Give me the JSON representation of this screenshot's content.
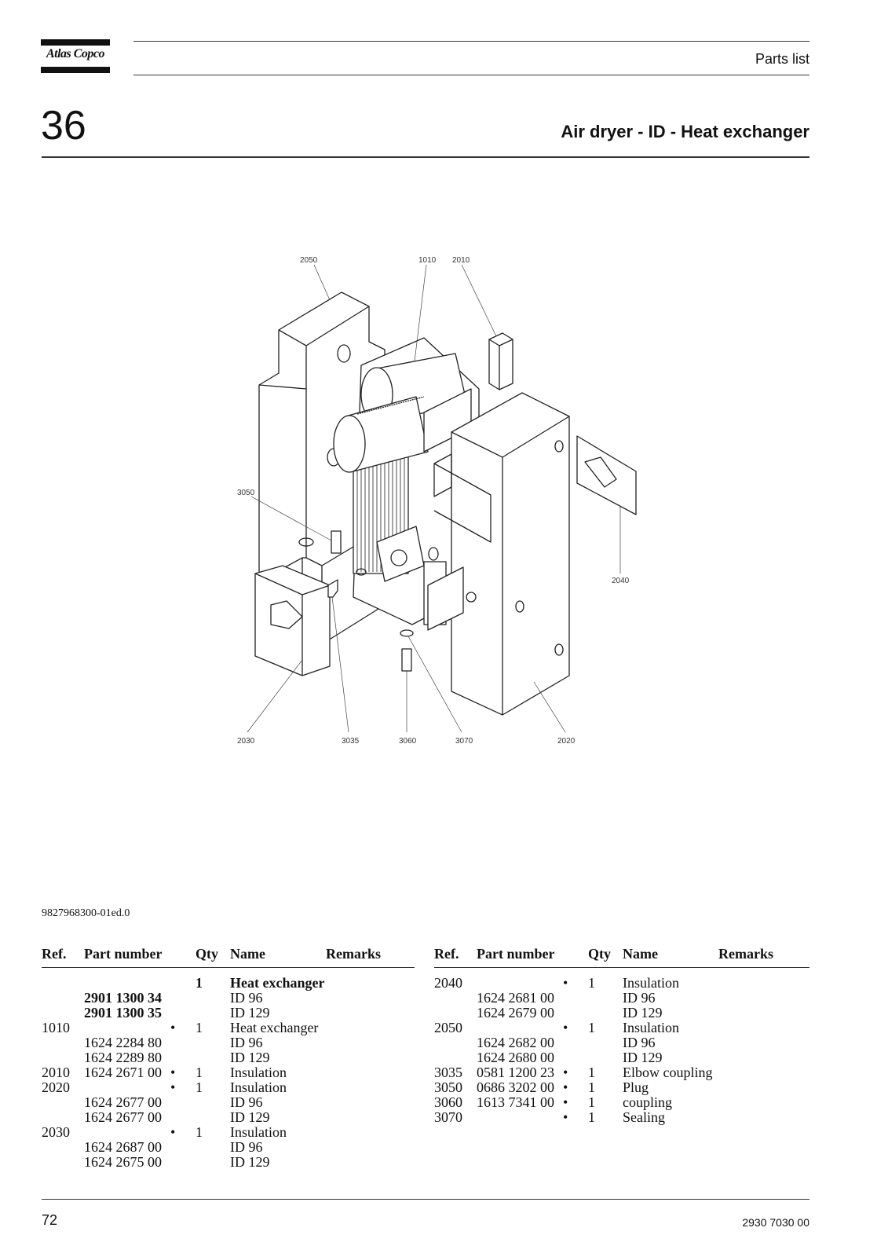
{
  "header": {
    "brand": "Atlas Copco",
    "section_label": "Parts list",
    "chapter_number": "36",
    "chapter_title": "Air dryer - ID - Heat exchanger"
  },
  "drawing": {
    "callouts": [
      "2050",
      "1010",
      "2010",
      "3050",
      "2040",
      "2030",
      "3035",
      "3060",
      "3070",
      "2020"
    ]
  },
  "document_code": "9827968300-01ed.0",
  "table_headers": {
    "ref": "Ref.",
    "part_number": "Part number",
    "qty": "Qty",
    "name": "Name",
    "remarks": "Remarks"
  },
  "table_left": [
    {
      "ref": "",
      "part": "",
      "bullet": "",
      "qty": "1",
      "name": "Heat exchanger",
      "bold_name": true,
      "bold_part": false
    },
    {
      "ref": "",
      "part": "2901 1300 34",
      "bullet": "",
      "qty": "",
      "name": "ID 96",
      "bold_name": false,
      "bold_part": true
    },
    {
      "ref": "",
      "part": "2901 1300 35",
      "bullet": "",
      "qty": "",
      "name": "ID 129",
      "bold_name": false,
      "bold_part": true
    },
    {
      "ref": "1010",
      "part": "",
      "bullet": "•",
      "qty": "1",
      "name": "Heat exchanger",
      "bold_name": false,
      "bold_part": false
    },
    {
      "ref": "",
      "part": "1624 2284 80",
      "bullet": "",
      "qty": "",
      "name": "ID 96",
      "bold_name": false,
      "bold_part": false
    },
    {
      "ref": "",
      "part": "1624 2289 80",
      "bullet": "",
      "qty": "",
      "name": "ID 129",
      "bold_name": false,
      "bold_part": false
    },
    {
      "ref": "2010",
      "part": "1624 2671 00",
      "bullet": "•",
      "qty": "1",
      "name": "Insulation",
      "bold_name": false,
      "bold_part": false
    },
    {
      "ref": "2020",
      "part": "",
      "bullet": "•",
      "qty": "1",
      "name": "Insulation",
      "bold_name": false,
      "bold_part": false
    },
    {
      "ref": "",
      "part": "1624 2677 00",
      "bullet": "",
      "qty": "",
      "name": "ID 96",
      "bold_name": false,
      "bold_part": false
    },
    {
      "ref": "",
      "part": "1624 2677 00",
      "bullet": "",
      "qty": "",
      "name": "ID 129",
      "bold_name": false,
      "bold_part": false
    },
    {
      "ref": "2030",
      "part": "",
      "bullet": "•",
      "qty": "1",
      "name": "Insulation",
      "bold_name": false,
      "bold_part": false
    },
    {
      "ref": "",
      "part": "1624 2687 00",
      "bullet": "",
      "qty": "",
      "name": "ID 96",
      "bold_name": false,
      "bold_part": false
    },
    {
      "ref": "",
      "part": "1624 2675 00",
      "bullet": "",
      "qty": "",
      "name": "ID 129",
      "bold_name": false,
      "bold_part": false
    }
  ],
  "table_right": [
    {
      "ref": "2040",
      "part": "",
      "bullet": "•",
      "qty": "1",
      "name": "Insulation",
      "bold_name": false,
      "bold_part": false
    },
    {
      "ref": "",
      "part": "1624 2681 00",
      "bullet": "",
      "qty": "",
      "name": "ID 96",
      "bold_name": false,
      "bold_part": false
    },
    {
      "ref": "",
      "part": "1624 2679 00",
      "bullet": "",
      "qty": "",
      "name": "ID 129",
      "bold_name": false,
      "bold_part": false
    },
    {
      "ref": "2050",
      "part": "",
      "bullet": "•",
      "qty": "1",
      "name": "Insulation",
      "bold_name": false,
      "bold_part": false
    },
    {
      "ref": "",
      "part": "1624 2682 00",
      "bullet": "",
      "qty": "",
      "name": "ID 96",
      "bold_name": false,
      "bold_part": false
    },
    {
      "ref": "",
      "part": "1624 2680 00",
      "bullet": "",
      "qty": "",
      "name": "ID 129",
      "bold_name": false,
      "bold_part": false
    },
    {
      "ref": "3035",
      "part": "0581 1200 23",
      "bullet": "•",
      "qty": "1",
      "name": "Elbow coupling",
      "bold_name": false,
      "bold_part": false
    },
    {
      "ref": "3050",
      "part": "0686 3202 00",
      "bullet": "•",
      "qty": "1",
      "name": "Plug",
      "bold_name": false,
      "bold_part": false
    },
    {
      "ref": "3060",
      "part": "1613 7341 00",
      "bullet": "•",
      "qty": "1",
      "name": "coupling",
      "bold_name": false,
      "bold_part": false
    },
    {
      "ref": "3070",
      "part": "",
      "bullet": "•",
      "qty": "1",
      "name": "Sealing",
      "bold_name": false,
      "bold_part": false
    }
  ],
  "footer": {
    "page_number": "72",
    "document_number": "2930 7030 00"
  }
}
